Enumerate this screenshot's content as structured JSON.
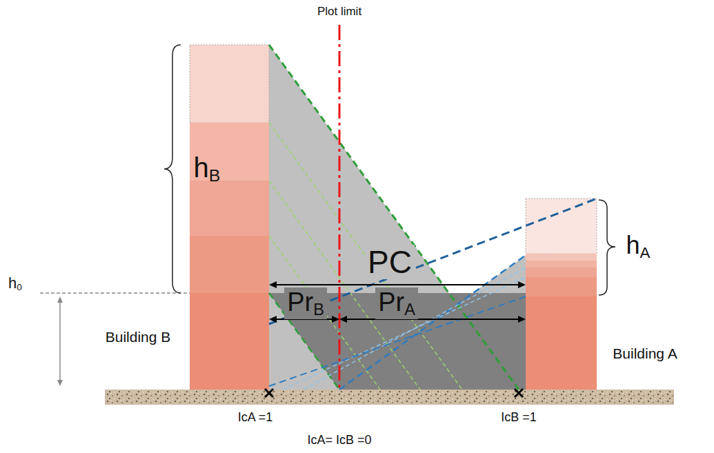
{
  "diagram": {
    "labels": [
      "Plot limit",
      "hB",
      "h0",
      "hA",
      "PC",
      "PrB",
      "PrA",
      "Building B",
      "Building A",
      "IcA =1",
      "IcB =1",
      "IcA= IcB =0"
    ]
  }
}
